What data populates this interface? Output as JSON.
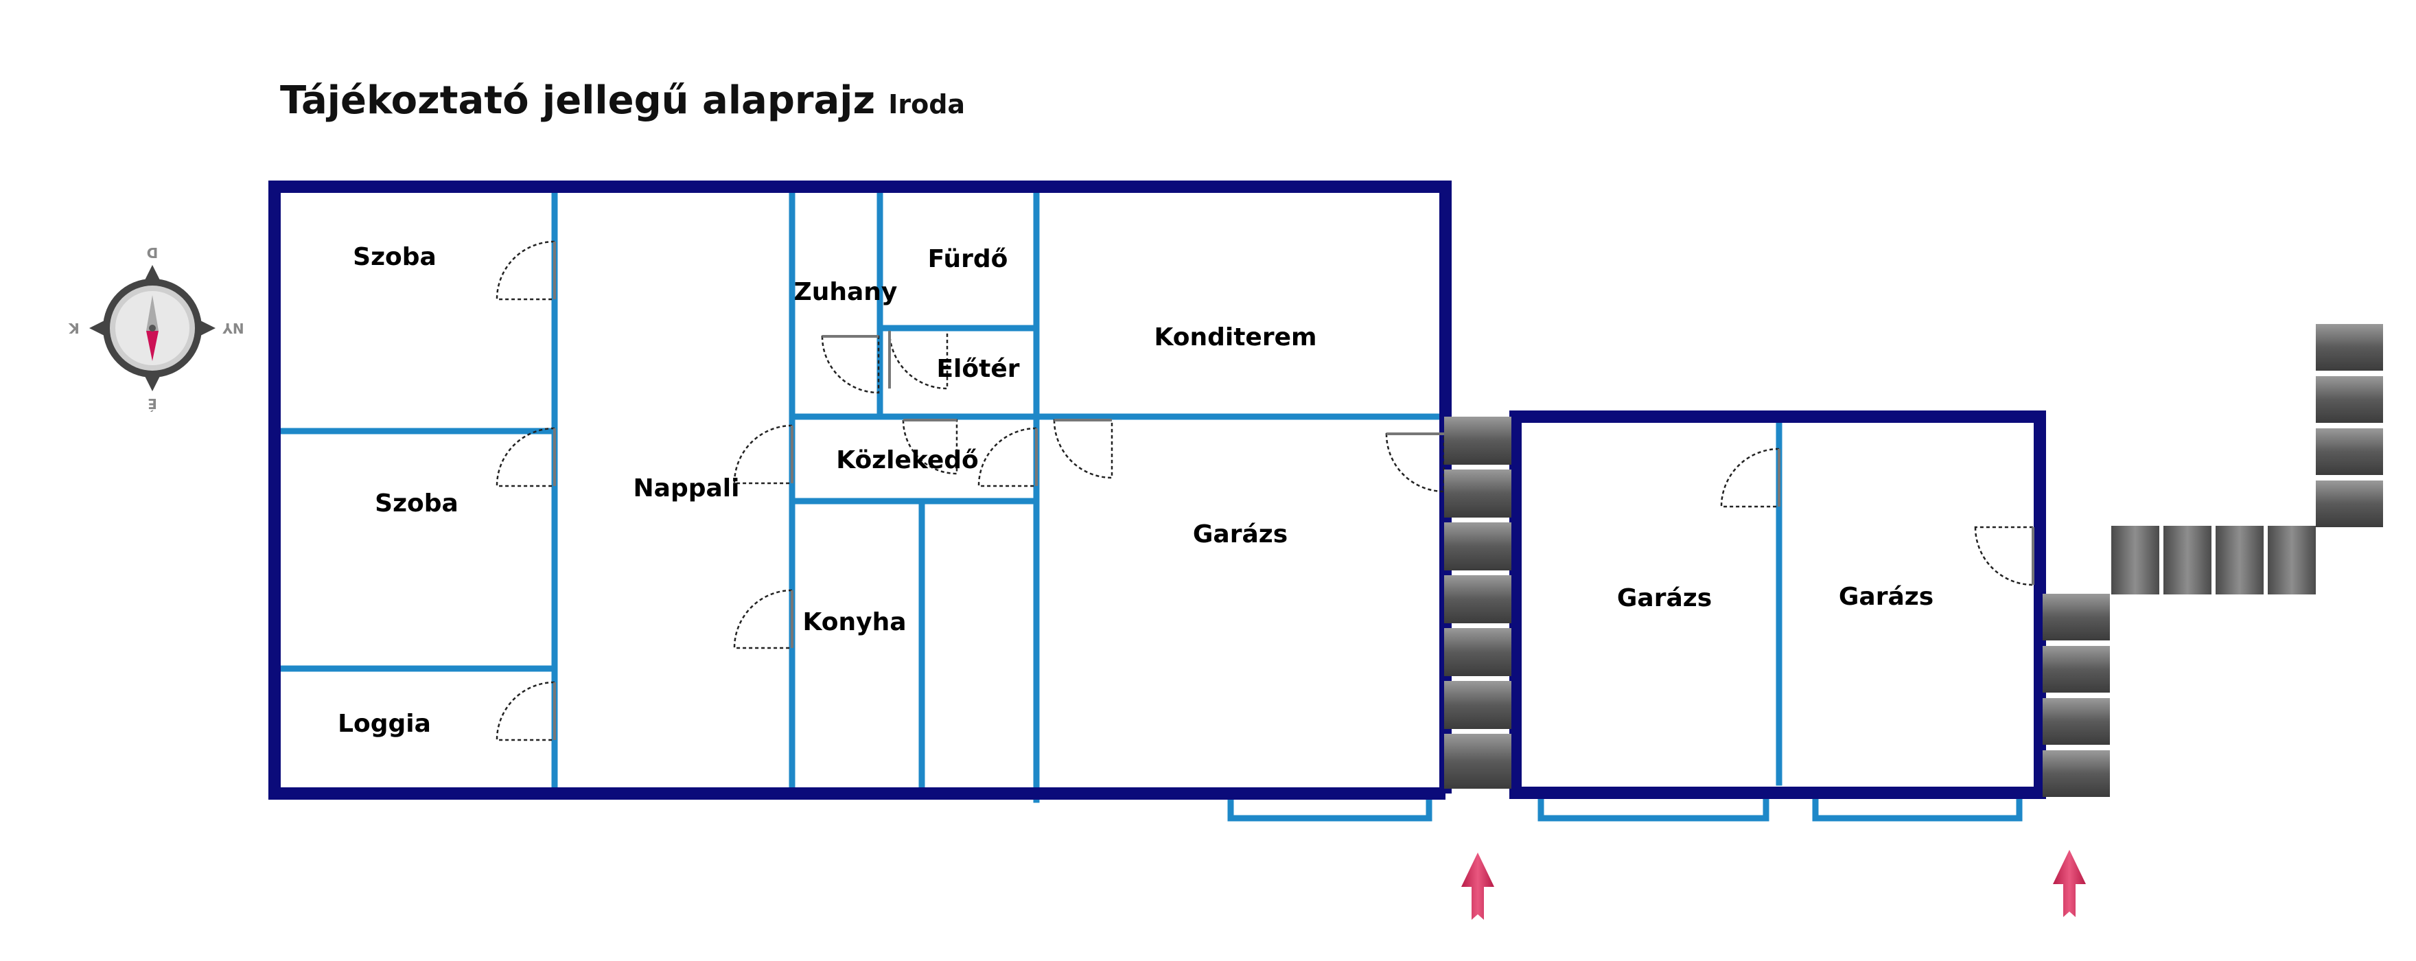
{
  "header": {
    "title": "Tájékoztató jellegű alaprajz",
    "subtitle": "Iroda"
  },
  "colors": {
    "outer_wall": "#0b0b7a",
    "inner_wall": "#1e88c8",
    "step_dark": "#555555",
    "step_light": "#8a8a8a",
    "entrance_arrow": "#d42a5a",
    "compass_ring": "#444444",
    "needle_north": "#aaaaaa",
    "needle_south": "#cc1155"
  },
  "compass": {
    "icon": "compass-icon",
    "north": "D",
    "south": "É",
    "east": "NY",
    "west": "K"
  },
  "rooms": [
    {
      "id": "szoba-1",
      "label": "Szoba"
    },
    {
      "id": "szoba-2",
      "label": "Szoba"
    },
    {
      "id": "loggia",
      "label": "Loggia"
    },
    {
      "id": "nappali",
      "label": "Nappali"
    },
    {
      "id": "zuhany",
      "label": "Zuhany"
    },
    {
      "id": "furdo",
      "label": "Fürdő"
    },
    {
      "id": "eloter",
      "label": "Előtér"
    },
    {
      "id": "kozlekedo",
      "label": "Közlekedő"
    },
    {
      "id": "konyha",
      "label": "Konyha"
    },
    {
      "id": "konditerem",
      "label": "Konditerem"
    },
    {
      "id": "garazs-1",
      "label": "Garázs"
    },
    {
      "id": "garazs-2",
      "label": "Garázs"
    },
    {
      "id": "garazs-3",
      "label": "Garázs"
    }
  ],
  "entrances": [
    {
      "icon": "entrance-arrow-icon"
    },
    {
      "icon": "entrance-arrow-icon"
    }
  ]
}
